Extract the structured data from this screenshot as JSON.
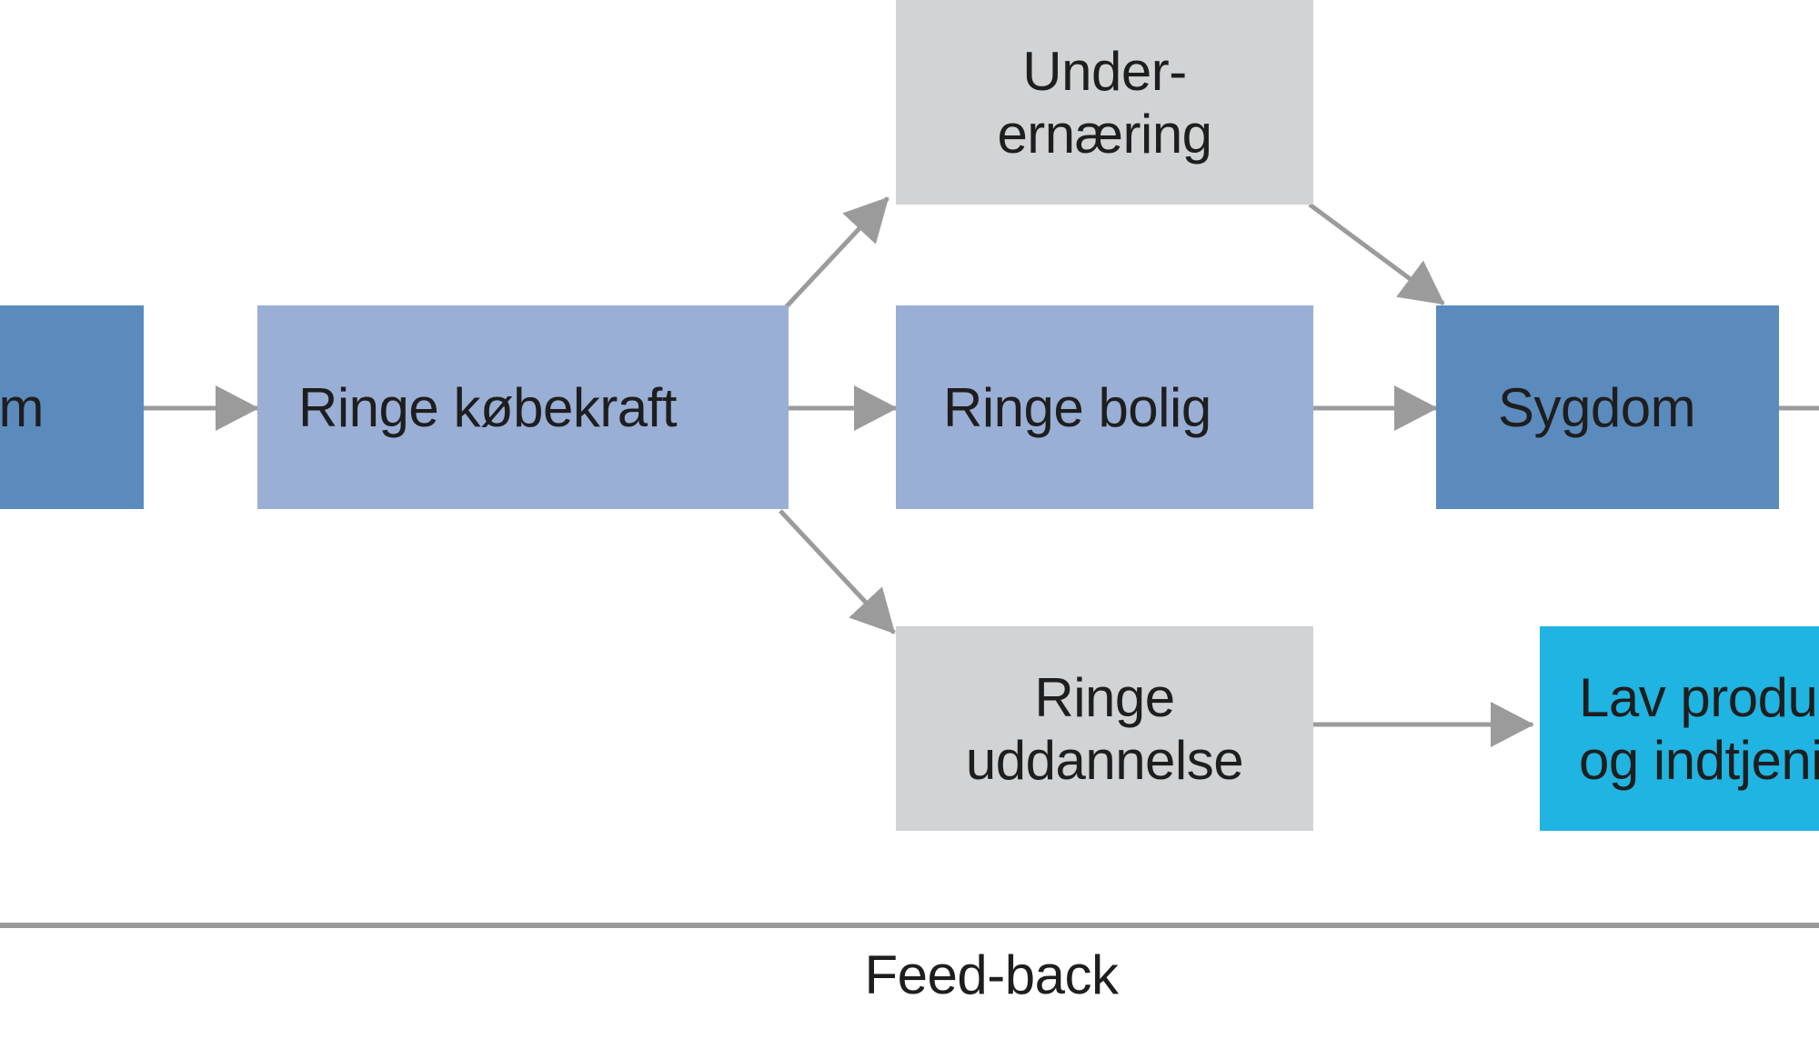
{
  "colors": {
    "dark_blue": "#5b8bbd",
    "light_blue": "#9aafd6",
    "gray": "#d1d3d4",
    "cyan": "#1fb4e1",
    "arrow": "#9b9b9b"
  },
  "nodes": {
    "sygdom_left": {
      "label": "Sygdom"
    },
    "ringe_kobekraft": {
      "label": "Ringe købekraft"
    },
    "underernaering": {
      "line1": "Under-",
      "line2": "ernæring"
    },
    "ringe_bolig": {
      "label": "Ringe bolig"
    },
    "ringe_uddannelse": {
      "line1": "Ringe",
      "line2": "uddannelse"
    },
    "sygdom_right": {
      "label": "Sygdom"
    },
    "lav_produktivitet": {
      "line1": "Lav produktivitet",
      "line2": "og indtjening"
    }
  },
  "feedback": {
    "label": "Feed-back"
  },
  "edges": [
    {
      "from": "sygdom_left",
      "to": "ringe_kobekraft"
    },
    {
      "from": "ringe_kobekraft",
      "to": "underernaering"
    },
    {
      "from": "ringe_kobekraft",
      "to": "ringe_bolig"
    },
    {
      "from": "ringe_kobekraft",
      "to": "ringe_uddannelse"
    },
    {
      "from": "underernaering",
      "to": "sygdom_right"
    },
    {
      "from": "ringe_bolig",
      "to": "sygdom_right"
    },
    {
      "from": "ringe_uddannelse",
      "to": "lav_produktivitet"
    }
  ]
}
